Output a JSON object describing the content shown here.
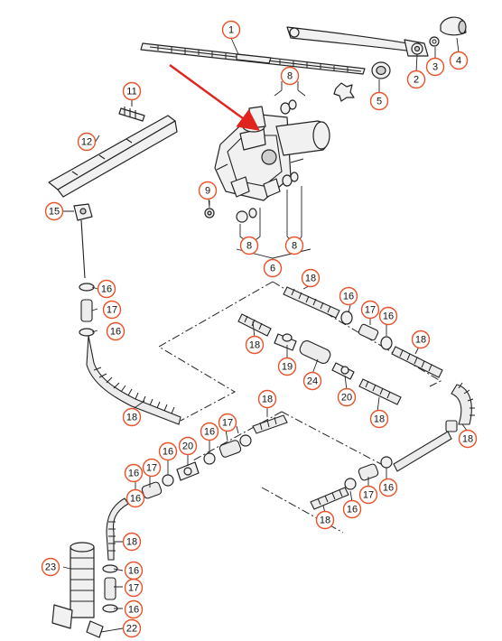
{
  "diagram": {
    "accent_color": "#e8532a",
    "arrow_color": "#e0231c",
    "callouts": [
      {
        "id": "c1",
        "label": "1"
      },
      {
        "id": "c2",
        "label": "2"
      },
      {
        "id": "c3",
        "label": "3"
      },
      {
        "id": "c4",
        "label": "4"
      },
      {
        "id": "c5",
        "label": "5"
      },
      {
        "id": "c6",
        "label": "6"
      },
      {
        "id": "c8a",
        "label": "8"
      },
      {
        "id": "c8b",
        "label": "8"
      },
      {
        "id": "c8c",
        "label": "8"
      },
      {
        "id": "c9",
        "label": "9"
      },
      {
        "id": "c11",
        "label": "11"
      },
      {
        "id": "c12",
        "label": "12"
      },
      {
        "id": "c15",
        "label": "15"
      },
      {
        "id": "c16a",
        "label": "16"
      },
      {
        "id": "c17a",
        "label": "17"
      },
      {
        "id": "c16b",
        "label": "16"
      },
      {
        "id": "c18a",
        "label": "18"
      },
      {
        "id": "c18b",
        "label": "18"
      },
      {
        "id": "c19",
        "label": "19"
      },
      {
        "id": "c24",
        "label": "24"
      },
      {
        "id": "c20a",
        "label": "20"
      },
      {
        "id": "c18c",
        "label": "18"
      },
      {
        "id": "c16c",
        "label": "16"
      },
      {
        "id": "c17b",
        "label": "17"
      },
      {
        "id": "c16d",
        "label": "16"
      },
      {
        "id": "c18d",
        "label": "18"
      },
      {
        "id": "c18e",
        "label": "18"
      },
      {
        "id": "c18f",
        "label": "18"
      },
      {
        "id": "c18g",
        "label": "18"
      },
      {
        "id": "c17c",
        "label": "17"
      },
      {
        "id": "c16e",
        "label": "16"
      },
      {
        "id": "c16f",
        "label": "16"
      },
      {
        "id": "c20b",
        "label": "20"
      },
      {
        "id": "c16g",
        "label": "16"
      },
      {
        "id": "c17d",
        "label": "17"
      },
      {
        "id": "c16h",
        "label": "16"
      },
      {
        "id": "c16i",
        "label": "16"
      },
      {
        "id": "c17e",
        "label": "17"
      },
      {
        "id": "c16j",
        "label": "16"
      },
      {
        "id": "c18h",
        "label": "18"
      },
      {
        "id": "c18i",
        "label": "18"
      },
      {
        "id": "c16k",
        "label": "16"
      },
      {
        "id": "c17f",
        "label": "17"
      },
      {
        "id": "c16l",
        "label": "16"
      },
      {
        "id": "c23",
        "label": "23"
      },
      {
        "id": "c22",
        "label": "22"
      }
    ]
  }
}
